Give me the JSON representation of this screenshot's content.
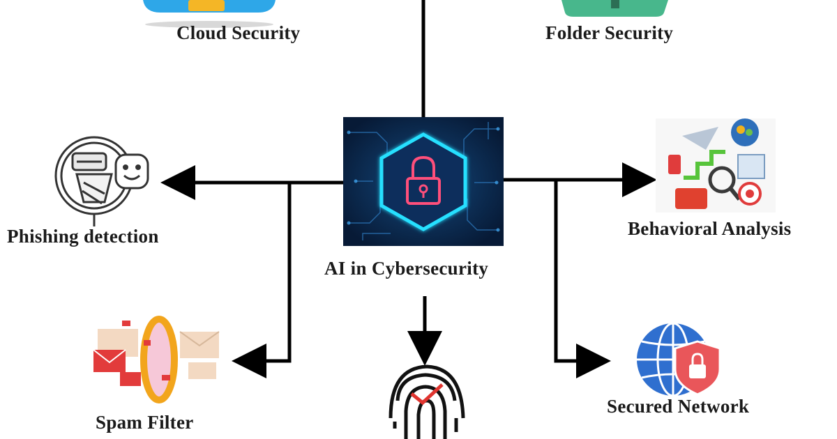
{
  "center": {
    "label": "AI in Cybersecurity",
    "icon": "padlock-hexagon-circuit-icon"
  },
  "nodes": [
    {
      "id": "cloud",
      "label": "Cloud Security",
      "icon": "cloud-security-icon"
    },
    {
      "id": "folder",
      "label": "Folder Security",
      "icon": "folder-security-icon"
    },
    {
      "id": "phishing",
      "label": "Phishing detection",
      "icon": "phishing-detection-icon"
    },
    {
      "id": "behavioral",
      "label": "Behavioral Analysis",
      "icon": "behavioral-analysis-icon"
    },
    {
      "id": "spam",
      "label": "Spam Filter",
      "icon": "spam-filter-icon"
    },
    {
      "id": "biometric",
      "label": "",
      "icon": "fingerprint-check-icon"
    },
    {
      "id": "network",
      "label": "Secured Network",
      "icon": "secured-network-icon"
    }
  ],
  "colors": {
    "line": "#000000",
    "center_bg": "#0b2c5a",
    "center_glow": "#27e0ff",
    "lock": "#ff4f7b"
  }
}
